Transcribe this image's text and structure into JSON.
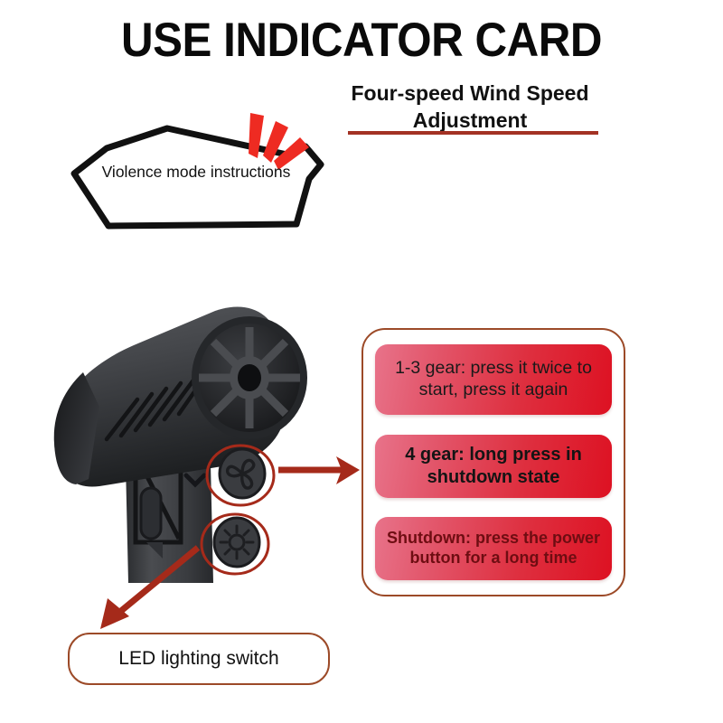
{
  "header": {
    "title": "USE INDICATOR CARD",
    "subtitle": "Four-speed Wind Speed Adjustment"
  },
  "callouts": {
    "violence_mode": "Violence mode instructions",
    "led_switch": "LED lighting switch"
  },
  "instructions": {
    "items": [
      {
        "text": "1-3 gear: press it twice to start, press it again"
      },
      {
        "text": "4 gear: long press in shutdown state"
      },
      {
        "text": "Shutdown: press the power button for a long time"
      }
    ]
  },
  "product": {
    "name": "turbo-jet-fan-blower",
    "buttons": [
      {
        "name": "fan-power-button",
        "icon": "fan-icon"
      },
      {
        "name": "led-light-button",
        "icon": "sun-icon"
      }
    ]
  },
  "colors": {
    "accent_red": "#dd1122",
    "pill_left": "#e8738a",
    "border_brown": "#9c4a28",
    "rule_red": "#a33224",
    "burst_red": "#ee2b22",
    "arrow_red": "#a52a1a",
    "body_dark": "#3a3c40",
    "background": "#ffffff"
  }
}
